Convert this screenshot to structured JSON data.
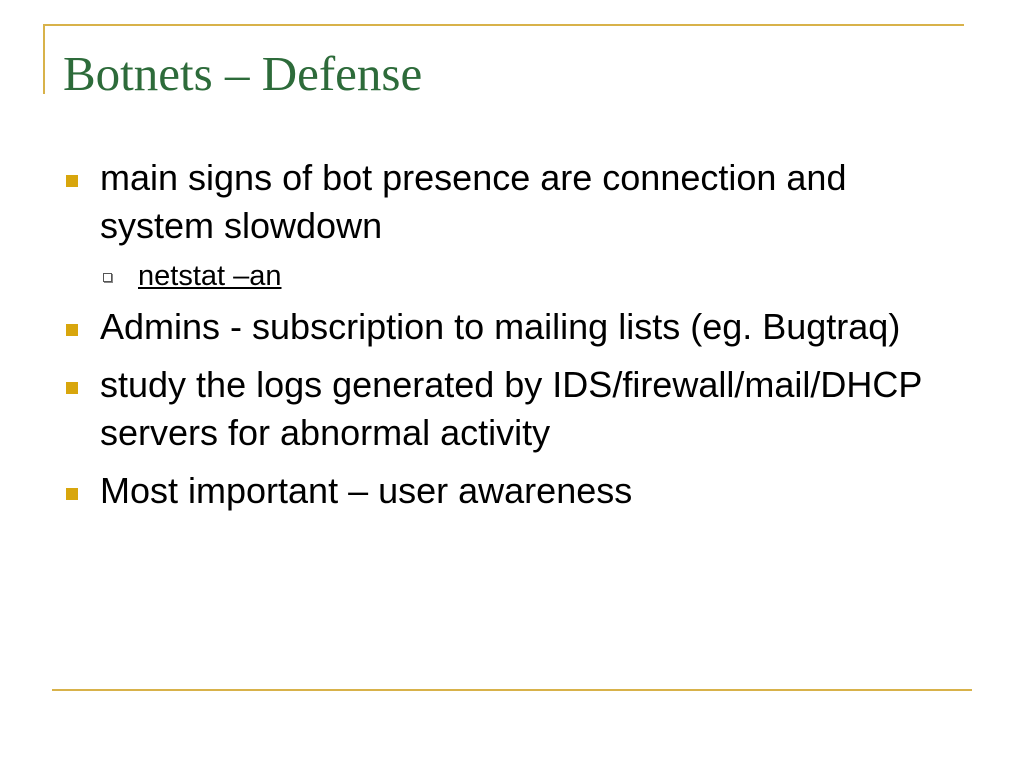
{
  "slide": {
    "title": "Botnets – Defense",
    "bullets": [
      {
        "text": "main signs of bot presence are connection and system slowdown",
        "sub": [
          "netstat –an"
        ]
      },
      {
        "text": "Admins - subscription to mailing lists (eg. Bugtraq)"
      },
      {
        "text": "study the logs generated by IDS/firewall/mail/DHCP servers for abnormal activity"
      },
      {
        "text": "Most important – user awareness"
      }
    ]
  },
  "colors": {
    "title": "#2d6b3a",
    "accent_line": "#d8b24a",
    "bullet_marker": "#d8a60d",
    "text": "#000000",
    "background": "#ffffff"
  },
  "icons": {
    "bullet": "square-bullet-icon",
    "sub_bullet": "hollow-square-bullet-icon"
  }
}
